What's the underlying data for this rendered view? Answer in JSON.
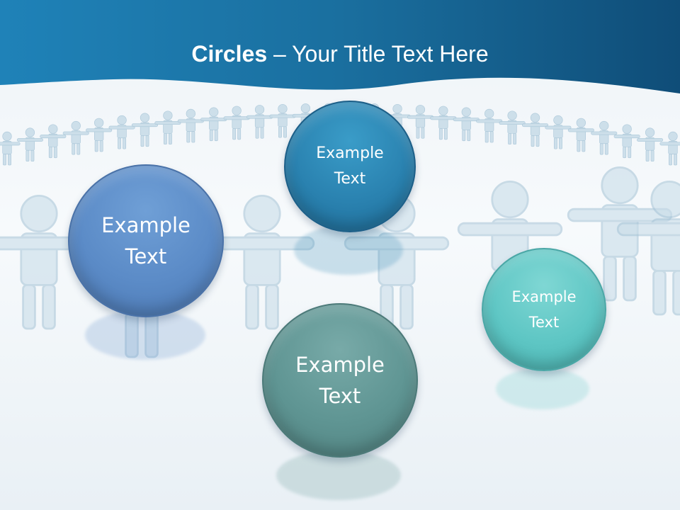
{
  "slide": {
    "title_bold": "Circles",
    "title_rest": " – Your Title Text Here"
  },
  "bubbles": [
    {
      "line1": "Example",
      "line2": "Text",
      "color": "#2a82b0"
    },
    {
      "line1": "Example",
      "line2": "Text",
      "color": "#5b8bc7"
    },
    {
      "line1": "Example",
      "line2": "Text",
      "color": "#5f9593"
    },
    {
      "line1": "Example",
      "line2": "Text",
      "color": "#5ec6c4"
    }
  ],
  "colors": {
    "header_dark": "#0f4d78",
    "header_light": "#2a8fbf",
    "figure": "#cfe1ec"
  }
}
